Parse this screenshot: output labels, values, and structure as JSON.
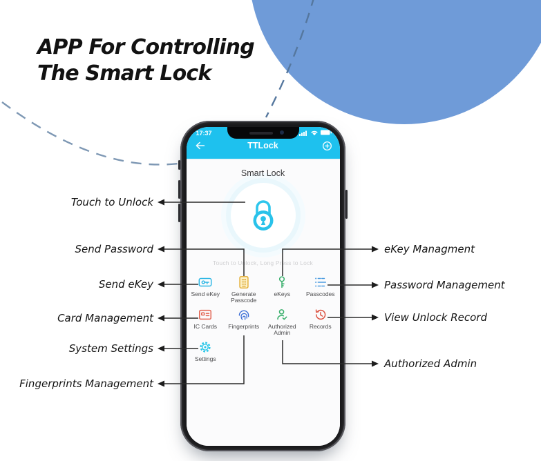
{
  "headline": {
    "line1": "APP For Controlling",
    "line2": "The Smart Lock"
  },
  "phone": {
    "status": {
      "time": "17:37",
      "icons": [
        "signal-bars",
        "wifi",
        "battery"
      ]
    },
    "header": {
      "back_icon": "back-arrow",
      "title": "TTLock",
      "action_icon": "circled-plus"
    },
    "screen": {
      "device_name": "Smart Lock",
      "lock_icon": "padlock",
      "hint": "Touch to Unlock, Long Press to Lock"
    },
    "grid": [
      {
        "label": "Send eKey",
        "icon": "send-ekey-icon",
        "color": "#2ab5e4"
      },
      {
        "label": "Generate Passcode",
        "icon": "generate-passcode-icon",
        "color": "#e2ab2e"
      },
      {
        "label": "eKeys",
        "icon": "ekeys-icon",
        "color": "#3cb06e"
      },
      {
        "label": "Passcodes",
        "icon": "passcodes-icon",
        "color": "#4a9be0"
      },
      {
        "label": "IC Cards",
        "icon": "ic-cards-icon",
        "color": "#e2614f"
      },
      {
        "label": "Fingerprints",
        "icon": "fingerprints-icon",
        "color": "#3c6ed6"
      },
      {
        "label": "Authorized Admin",
        "icon": "authorized-admin-icon",
        "color": "#3cb06e"
      },
      {
        "label": "Records",
        "icon": "records-icon",
        "color": "#dd5544"
      },
      {
        "label": "Settings",
        "icon": "settings-icon",
        "color": "#28c6e8"
      }
    ]
  },
  "callouts": {
    "left": [
      {
        "text": "Touch to Unlock"
      },
      {
        "text": "Send Password"
      },
      {
        "text": "Send eKey"
      },
      {
        "text": "Card Management"
      },
      {
        "text": "System Settings"
      },
      {
        "text": "Fingerprints Management"
      }
    ],
    "right": [
      {
        "text": "eKey Managment"
      },
      {
        "text": "Password Management"
      },
      {
        "text": "View Unlock Record"
      },
      {
        "text": "Authorized Admin"
      }
    ]
  },
  "colors": {
    "app_accent": "#1ec1ee",
    "decoration_circle": "#6f9bd8",
    "dashed_curve": "#7e98b4",
    "connector": "#2a2a2a",
    "lock_icon": "#29c2ea"
  }
}
